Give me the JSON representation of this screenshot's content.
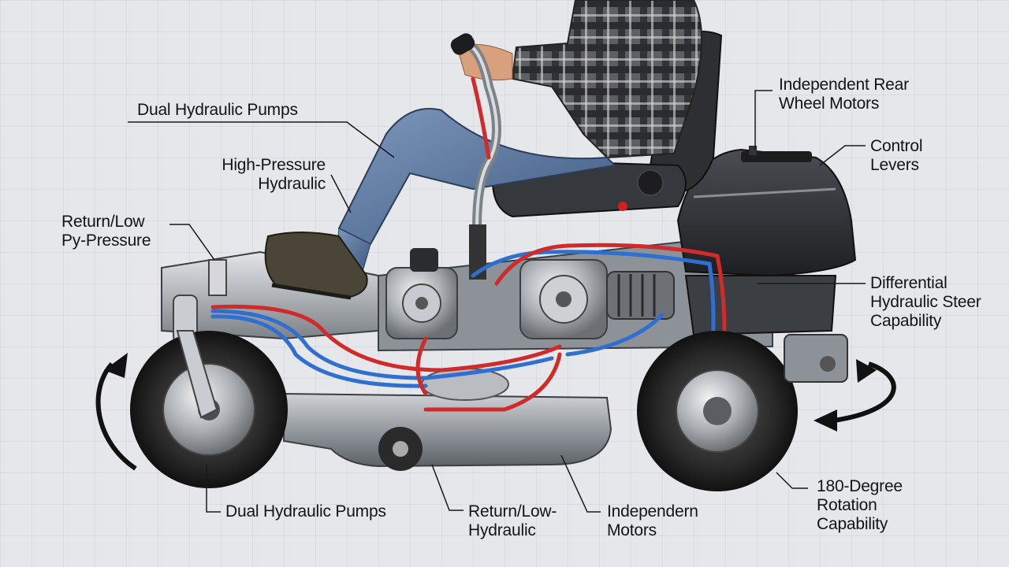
{
  "colors": {
    "background": "#e5e7ea",
    "high_pressure_line": "#d12a2a",
    "return_line": "#2f6fd0",
    "frame_metal": "#9aa0a6",
    "body_black": "#2b2d30",
    "jeans": "#5a78a3",
    "leader_line": "#1a1a1a"
  },
  "labels": {
    "dual_pumps_top": {
      "lines": [
        "Dual Hydraulic Pumps"
      ]
    },
    "high_pressure": {
      "lines": [
        "High-Pressure",
        "Hydraulic"
      ]
    },
    "return_low": {
      "lines": [
        "Return/Low",
        "Py-Pressure"
      ]
    },
    "rear_motors": {
      "lines": [
        "Independent Rear",
        "Wheel Motors"
      ]
    },
    "control_levers": {
      "lines": [
        "Control",
        "Levers"
      ]
    },
    "diff_steer": {
      "lines": [
        "Differential",
        "Hydraulic Steer",
        "Capability"
      ]
    },
    "rotation": {
      "lines": [
        "180-Degree",
        "Rotation",
        "Capability"
      ]
    },
    "dual_pumps_bottom": {
      "lines": [
        "Dual Hydraulic Pumps"
      ]
    },
    "return_hydraulic": {
      "lines": [
        "Return/Low-",
        "Hydraulic"
      ]
    },
    "indep_motors": {
      "lines": [
        "Independern",
        "Motors"
      ]
    }
  }
}
